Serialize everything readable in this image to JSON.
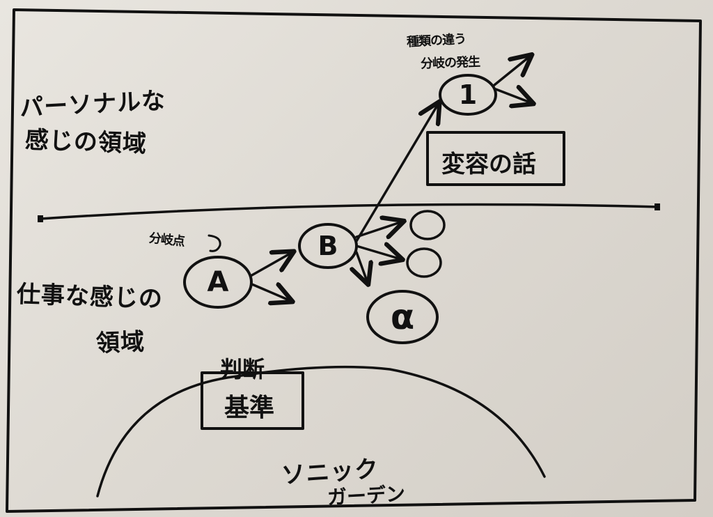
{
  "regions": {
    "personal_line1": "パーソナルな",
    "personal_line2": "感じの領域",
    "work_line1": "仕事な感じの",
    "work_line2": "領域"
  },
  "annotations": {
    "branch_point": "分岐点",
    "top_note_line1": "種類の違う",
    "top_note_line2": "分岐の発生",
    "transformation_box": "変容の話",
    "judgment_box_line1": "判断",
    "judgment_box_line2": "基準",
    "garden_line1": "ソニック",
    "garden_line2": "ガーデン"
  },
  "nodes": {
    "a": "A",
    "b": "B",
    "one": "1",
    "alpha": "α"
  }
}
